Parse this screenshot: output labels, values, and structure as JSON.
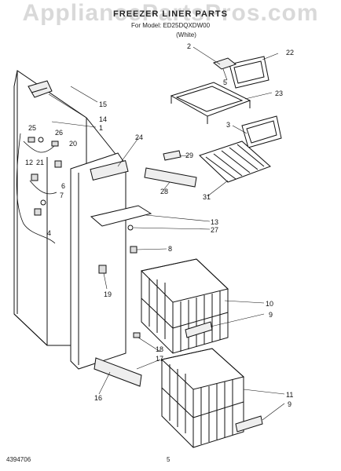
{
  "header": {
    "watermark": "AppliancePartsPros.com",
    "title": "FREEZER LINER PARTS",
    "subtitle": "For Model: ED25DQXDW00",
    "variant": "(White)"
  },
  "footer": {
    "doc_number": "4394706",
    "page_number": "5"
  },
  "callouts": [
    {
      "id": "c2",
      "label": "2"
    },
    {
      "id": "c22",
      "label": "22"
    },
    {
      "id": "c5",
      "label": "5"
    },
    {
      "id": "c23",
      "label": "23"
    },
    {
      "id": "c3",
      "label": "3"
    },
    {
      "id": "c15",
      "label": "15"
    },
    {
      "id": "c14",
      "label": "14"
    },
    {
      "id": "c1",
      "label": "1"
    },
    {
      "id": "c25",
      "label": "25"
    },
    {
      "id": "c26",
      "label": "26"
    },
    {
      "id": "c20",
      "label": "20"
    },
    {
      "id": "c24",
      "label": "24"
    },
    {
      "id": "c29",
      "label": "29"
    },
    {
      "id": "c12",
      "label": "12"
    },
    {
      "id": "c21",
      "label": "21"
    },
    {
      "id": "c6",
      "label": "6"
    },
    {
      "id": "c7",
      "label": "7"
    },
    {
      "id": "c28",
      "label": "28"
    },
    {
      "id": "c31",
      "label": "31"
    },
    {
      "id": "c4",
      "label": "4"
    },
    {
      "id": "c13",
      "label": "13"
    },
    {
      "id": "c27",
      "label": "27"
    },
    {
      "id": "c8",
      "label": "8"
    },
    {
      "id": "c19",
      "label": "19"
    },
    {
      "id": "c10",
      "label": "10"
    },
    {
      "id": "c9a",
      "label": "9"
    },
    {
      "id": "c18",
      "label": "18"
    },
    {
      "id": "c17",
      "label": "17"
    },
    {
      "id": "c11",
      "label": "11"
    },
    {
      "id": "c9b",
      "label": "9"
    },
    {
      "id": "c16",
      "label": "16"
    }
  ]
}
